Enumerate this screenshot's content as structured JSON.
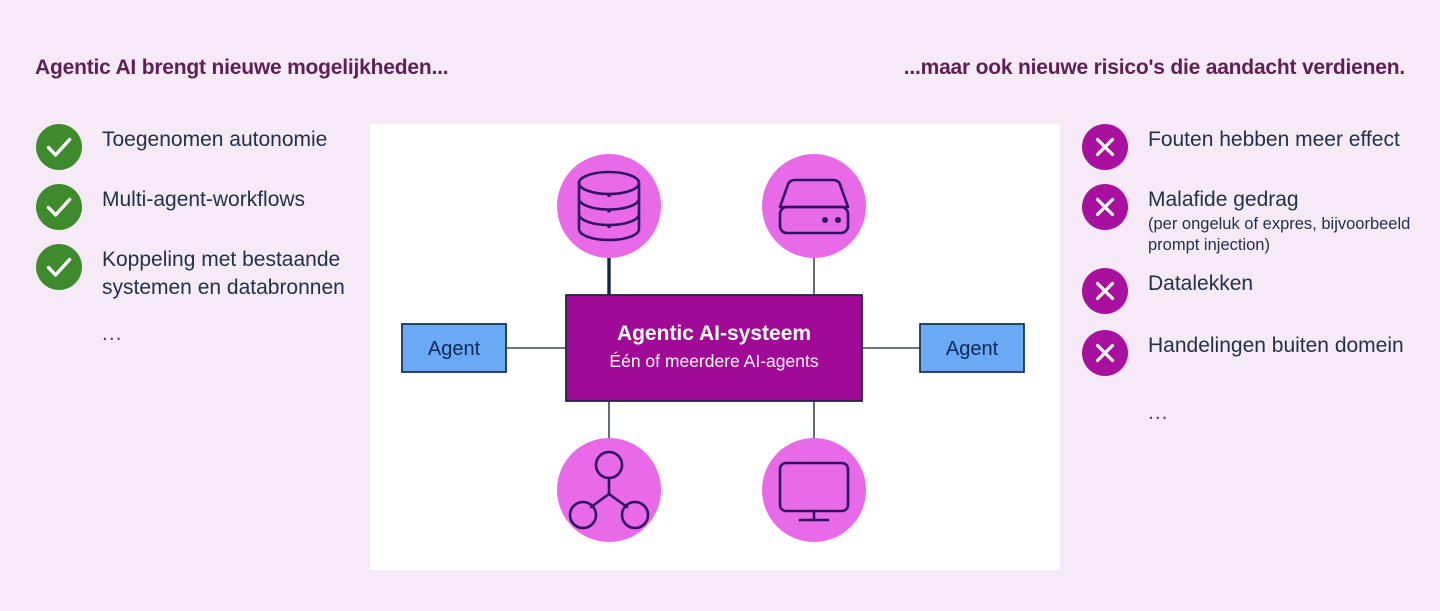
{
  "colors": {
    "background": "#f6eaf7",
    "heading": "#5f1e54",
    "body_text": "#22314b",
    "check_green": "#3e8b2e",
    "cross_magenta": "#aa10a0",
    "node_circle": "#e86ae8",
    "node_glyph": "#2c1460",
    "center_box": "#a10a96",
    "agent_box": "#6aa9f4",
    "panel": "#ffffff"
  },
  "headings": {
    "left": "Agentic AI brengt nieuwe mogelijkheden...",
    "right": "...maar ook nieuwe risico's die aandacht verdienen."
  },
  "benefits": {
    "icon": "check-icon",
    "items": [
      {
        "text": "Toegenomen autonomie"
      },
      {
        "text": "Multi-agent-workflows"
      },
      {
        "text": "Koppeling met bestaande systemen en databronnen"
      }
    ],
    "ellipsis": "..."
  },
  "risks": {
    "icon": "cross-icon",
    "items": [
      {
        "text": "Fouten hebben meer effect",
        "sub": ""
      },
      {
        "text": "Malafide gedrag",
        "sub": "(per ongeluk of expres, bijvoorbeeld prompt injection)"
      },
      {
        "text": "Datalekken",
        "sub": ""
      },
      {
        "text": "Handelingen buiten domein",
        "sub": ""
      }
    ],
    "ellipsis": "..."
  },
  "diagram": {
    "center": {
      "title": "Agentic AI-systeem",
      "subtitle": "Één of meerdere AI-agents"
    },
    "agents": [
      {
        "label": "Agent",
        "position": "left"
      },
      {
        "label": "Agent",
        "position": "right"
      }
    ],
    "nodes": [
      {
        "icon": "database-icon",
        "position": "top-left"
      },
      {
        "icon": "server-icon",
        "position": "top-right"
      },
      {
        "icon": "network-icon",
        "position": "bottom-left"
      },
      {
        "icon": "monitor-icon",
        "position": "bottom-right"
      }
    ]
  }
}
